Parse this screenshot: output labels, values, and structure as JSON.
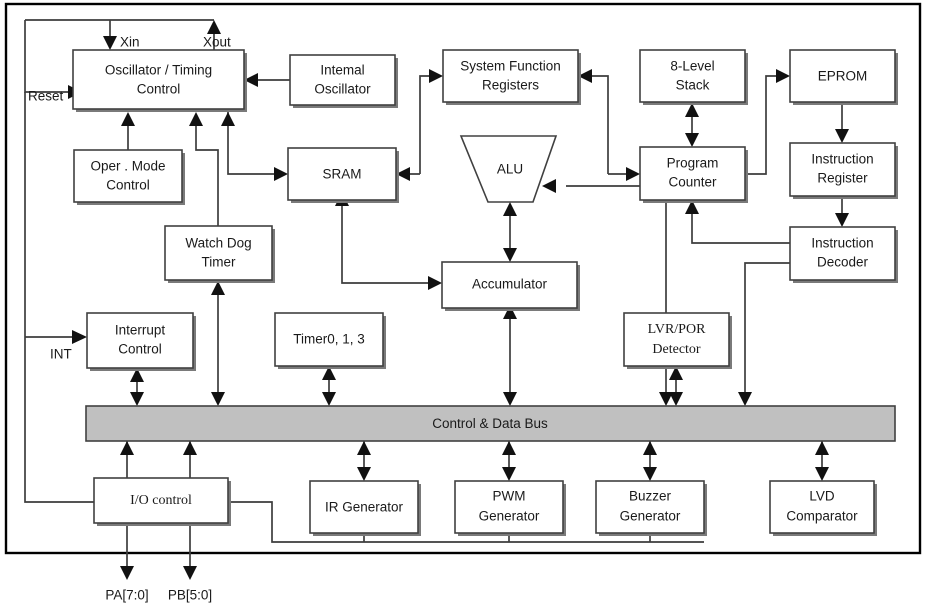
{
  "diagram": {
    "title": "Microcontroller Block Diagram",
    "background_color": "#ffffff",
    "frame_color": "#000000",
    "block_fill": "#ffffff",
    "block_border": "#404040",
    "bus_fill": "#c0c0c0",
    "wire_color": "#3d3d3d"
  },
  "blocks": {
    "oscillator_timing": {
      "line1": "Oscillator / Timing",
      "line2": "Control"
    },
    "internal_oscillator": {
      "line1": "Intemal",
      "line2": "Oscillator"
    },
    "system_function_registers": {
      "line1": "System Function",
      "line2": "Registers"
    },
    "eight_level_stack": {
      "line1": "8-Level",
      "line2": "Stack"
    },
    "eprom": {
      "line1": "EPROM",
      "line2": ""
    },
    "oper_mode_control": {
      "line1": "Oper . Mode",
      "line2": "Control"
    },
    "sram": {
      "line1": "SRAM",
      "line2": ""
    },
    "alu": {
      "line1": "ALU",
      "line2": ""
    },
    "program_counter": {
      "line1": "Program",
      "line2": "Counter"
    },
    "instruction_register": {
      "line1": "Instruction",
      "line2": "Register"
    },
    "watch_dog_timer": {
      "line1": "Watch Dog",
      "line2": "Timer"
    },
    "accumulator": {
      "line1": "Accumulator",
      "line2": ""
    },
    "instruction_decoder": {
      "line1": "Instruction",
      "line2": "Decoder"
    },
    "interrupt_control": {
      "line1": "Interrupt",
      "line2": "Control"
    },
    "timer013": {
      "line1": "Timer0, 1, 3",
      "line2": ""
    },
    "lvr_por_detector": {
      "line1": "LVR/POR",
      "line2": "Detector"
    },
    "control_data_bus": {
      "line1": "Control  &  Data Bus",
      "line2": ""
    },
    "io_control": {
      "line1": "I/O control",
      "line2": ""
    },
    "ir_generator": {
      "line1": "IR Generator",
      "line2": ""
    },
    "pwm_generator": {
      "line1": "PWM",
      "line2": "Generator"
    },
    "buzzer_generator": {
      "line1": "Buzzer",
      "line2": "Generator"
    },
    "lvd_comparator": {
      "line1": "LVD",
      "line2": "Comparator"
    }
  },
  "pins": {
    "xin": "Xin",
    "xout": "Xout",
    "reset": "Reset",
    "int": "INT",
    "pa": "PA[7:0]",
    "pb": "PB[5:0]"
  }
}
